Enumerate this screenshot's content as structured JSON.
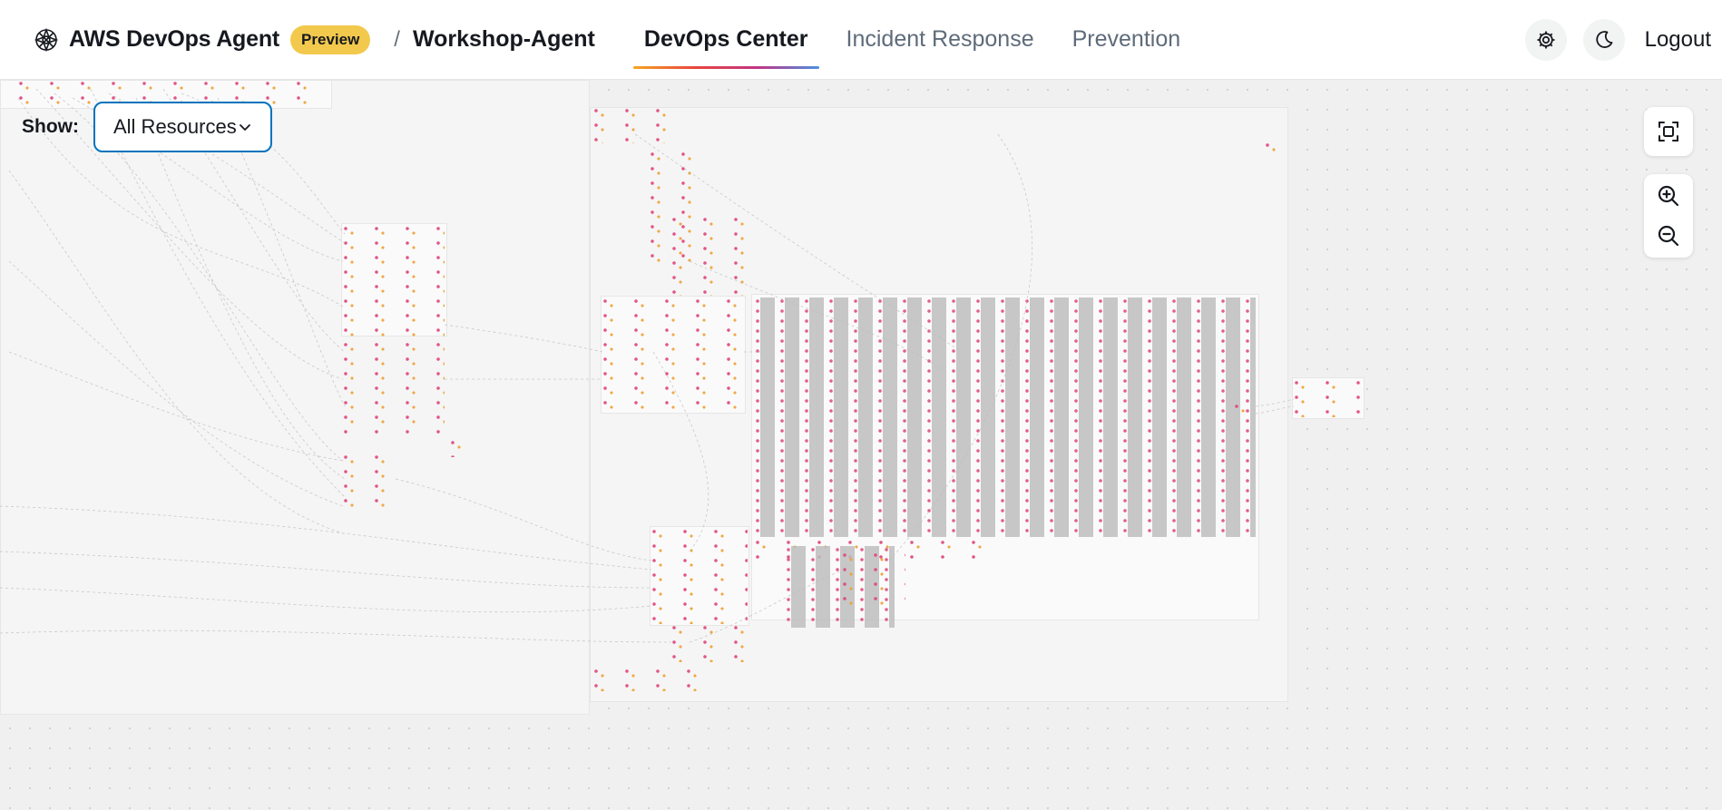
{
  "header": {
    "app_title": "AWS DevOps Agent",
    "badge": "Preview",
    "breadcrumb_separator": "/",
    "agent_name": "Workshop-Agent",
    "tabs": [
      {
        "label": "DevOps Center",
        "active": true
      },
      {
        "label": "Incident Response",
        "active": false
      },
      {
        "label": "Prevention",
        "active": false
      }
    ],
    "settings_icon": "gear-icon",
    "theme_icon": "moon-icon",
    "logout_label": "Logout"
  },
  "toolbar": {
    "show_label": "Show:",
    "resource_filter": {
      "selected": "All Resources",
      "icon": "chevron-down-icon"
    }
  },
  "canvas_controls": {
    "fit_icon": "fit-view-icon",
    "zoom_in_icon": "zoom-in-icon",
    "zoom_out_icon": "zoom-out-icon"
  },
  "colors": {
    "accent_blue": "#0073bb",
    "badge_yellow": "#f2c94c",
    "node_pink": "#e0457b",
    "node_orange": "#f0a030"
  }
}
